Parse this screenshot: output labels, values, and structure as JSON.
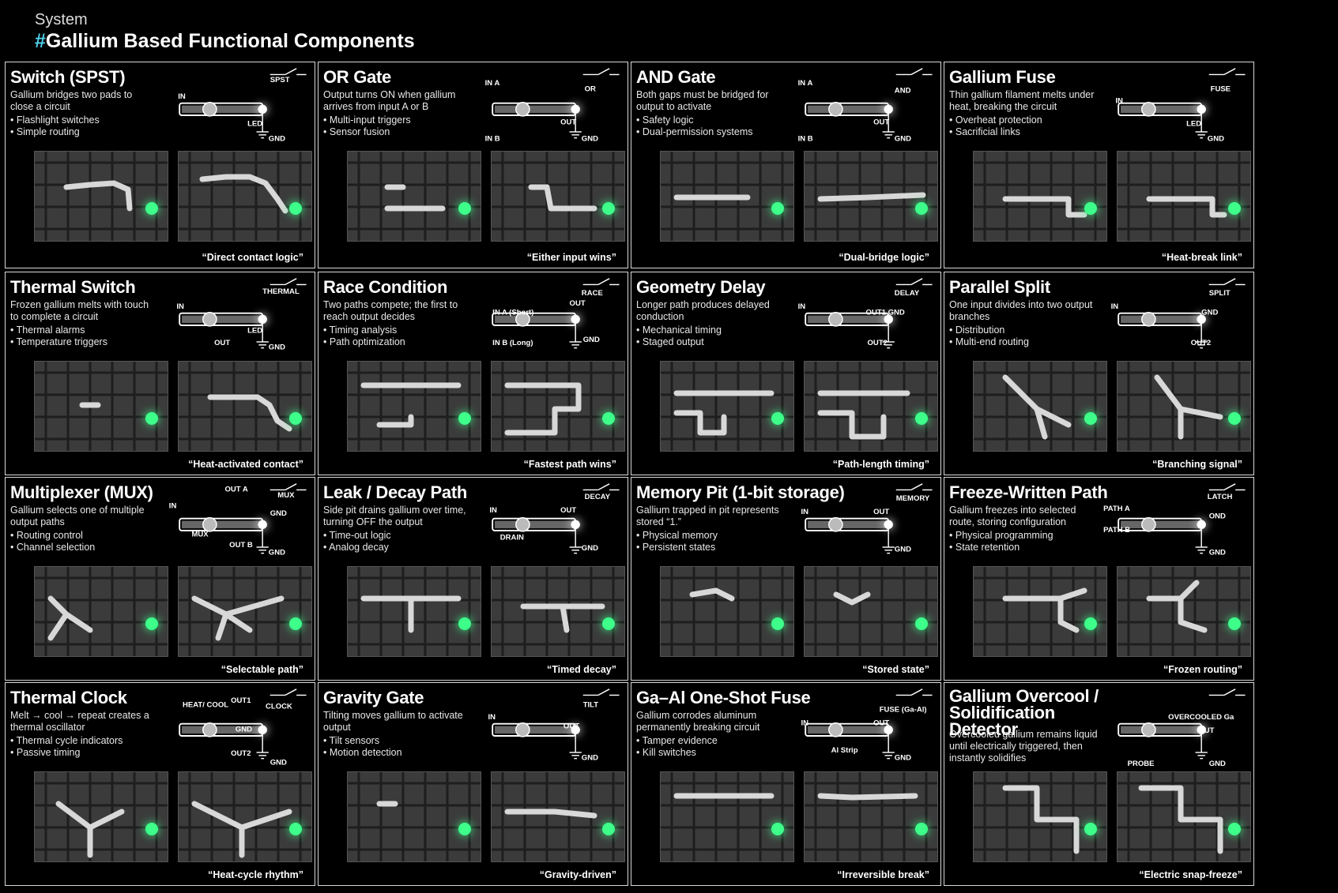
{
  "header": {
    "system": "System",
    "hash": "#",
    "title": "Gallium Based Functional Components"
  },
  "cells": [
    {
      "title": "Switch (SPST)",
      "desc": "Gallium bridges two pads to close a circuit",
      "bullets": [
        "Flashlight switches",
        "Simple routing"
      ],
      "caption": "“Direct contact logic”",
      "labels": [
        "SPST",
        "IN",
        "LED",
        "GND"
      ]
    },
    {
      "title": "OR Gate",
      "desc": "Output turns ON when gallium arrives from input A or B",
      "bullets": [
        "Multi-input triggers",
        "Sensor fusion"
      ],
      "caption": "“Either input wins”",
      "labels": [
        "IN A",
        "OR",
        "IN B",
        "OUT",
        "GND"
      ]
    },
    {
      "title": "AND Gate",
      "desc": "Both gaps must be bridged for output to activate",
      "bullets": [
        "Safety logic",
        "Dual-permission systems"
      ],
      "caption": "“Dual-bridge logic”",
      "labels": [
        "IN A",
        "AND",
        "IN B",
        "OUT",
        "GND"
      ]
    },
    {
      "title": "Gallium Fuse",
      "desc": "Thin gallium filament melts under heat, breaking the circuit",
      "bullets": [
        "Overheat protection",
        "Sacrificial links"
      ],
      "caption": "“Heat-break link”",
      "labels": [
        "FUSE",
        "IN",
        "LED",
        "GND"
      ]
    },
    {
      "title": "Thermal Switch",
      "desc": "Frozen gallium melts with touch to complete a circuit",
      "bullets": [
        "Thermal alarms",
        "Temperature triggers"
      ],
      "caption": "“Heat-activated contact”",
      "labels": [
        "THERMAL",
        "IN",
        "OUT",
        "LED",
        "GND"
      ]
    },
    {
      "title": "Race Condition",
      "desc": "Two paths compete; the first to reach output decides",
      "bullets": [
        "Timing analysis",
        "Path optimization"
      ],
      "caption": "“Fastest path wins”",
      "labels": [
        "RACE",
        "OUT",
        "IN A (Short)",
        "IN B (Long)",
        "GND"
      ]
    },
    {
      "title": "Geometry Delay",
      "desc": "Longer path produces delayed conduction",
      "bullets": [
        "Mechanical timing",
        "Staged output"
      ],
      "caption": "“Path-length timing”",
      "labels": [
        "DELAY",
        "IN",
        "OUT1 GND",
        "OUT2"
      ]
    },
    {
      "title": "Parallel Split",
      "desc": "One input divides into two output branches",
      "bullets": [
        "Distribution",
        "Multi-end routing"
      ],
      "caption": "“Branching signal”",
      "labels": [
        "SPLIT",
        "IN",
        "GND",
        "OUT2"
      ]
    },
    {
      "title": "Multiplexer (MUX)",
      "desc": "Gallium selects one of multiple output paths",
      "bullets": [
        "Routing control",
        "Channel selection"
      ],
      "caption": "“Selectable path”",
      "labels": [
        "OUT A",
        "MUX",
        "IN",
        "GND",
        "MUX",
        "OUT B",
        "GND"
      ]
    },
    {
      "title": "Leak / Decay Path",
      "desc": "Side pit drains gallium over time, turning OFF the output",
      "bullets": [
        "Time-out logic",
        "Analog decay"
      ],
      "caption": "“Timed decay”",
      "labels": [
        "DECAY",
        "IN",
        "OUT",
        "DRAIN",
        "GND"
      ]
    },
    {
      "title": "Memory Pit (1-bit storage)",
      "desc": "Gallium trapped in pit represents stored “1.”",
      "bullets": [
        "Physical memory",
        "Persistent states"
      ],
      "caption": "“Stored state”",
      "labels": [
        "MEMORY",
        "IN",
        "OUT",
        "GND"
      ]
    },
    {
      "title": "Freeze-Written Path",
      "desc": "Gallium freezes into selected route, storing configuration",
      "bullets": [
        "Physical programming",
        "State retention"
      ],
      "caption": "“Frozen routing”",
      "labels": [
        "LATCH",
        "PATH A",
        "OND",
        "PATH B",
        "GND"
      ]
    },
    {
      "title": "Thermal Clock",
      "desc": "Melt → cool → repeat creates a thermal oscillator",
      "bullets": [
        "Thermal cycle indicators",
        "Passive timing"
      ],
      "caption": "“Heat-cycle rhythm”",
      "labels": [
        "HEAT/ COOL",
        "OUT1",
        "CLOCK",
        "GND",
        "OUT2",
        "GND"
      ]
    },
    {
      "title": "Gravity Gate",
      "desc": "Tilting moves gallium to activate output",
      "bullets": [
        "Tilt sensors",
        "Motion detection"
      ],
      "caption": "“Gravity-driven”",
      "labels": [
        "TILT",
        "IN",
        "OUT",
        "GND"
      ]
    },
    {
      "title": "Ga–Al One-Shot Fuse",
      "desc": "Gallium corrodes aluminum permanently breaking circuit",
      "bullets": [
        "Tamper evidence",
        "Kill switches"
      ],
      "caption": "“Irreversible break”",
      "labels": [
        "FUSE (Ga-Al)",
        "IN",
        "OUT",
        "Al Strip",
        "GND"
      ]
    },
    {
      "title": "Gallium Overcool / Solidification Detector",
      "desc": "Overcooled gallium remains liquid until electrically triggered, then instantly solidifies",
      "bullets": [],
      "caption": "“Electric snap-freeze”",
      "labels": [
        "OVERCOOLED Ga",
        "OUT",
        "PROBE",
        "GND"
      ]
    }
  ],
  "colors": {
    "accent": "#4fd2f0",
    "led": "#3dff8a",
    "background": "#000000",
    "border": "#d9d9d9"
  }
}
